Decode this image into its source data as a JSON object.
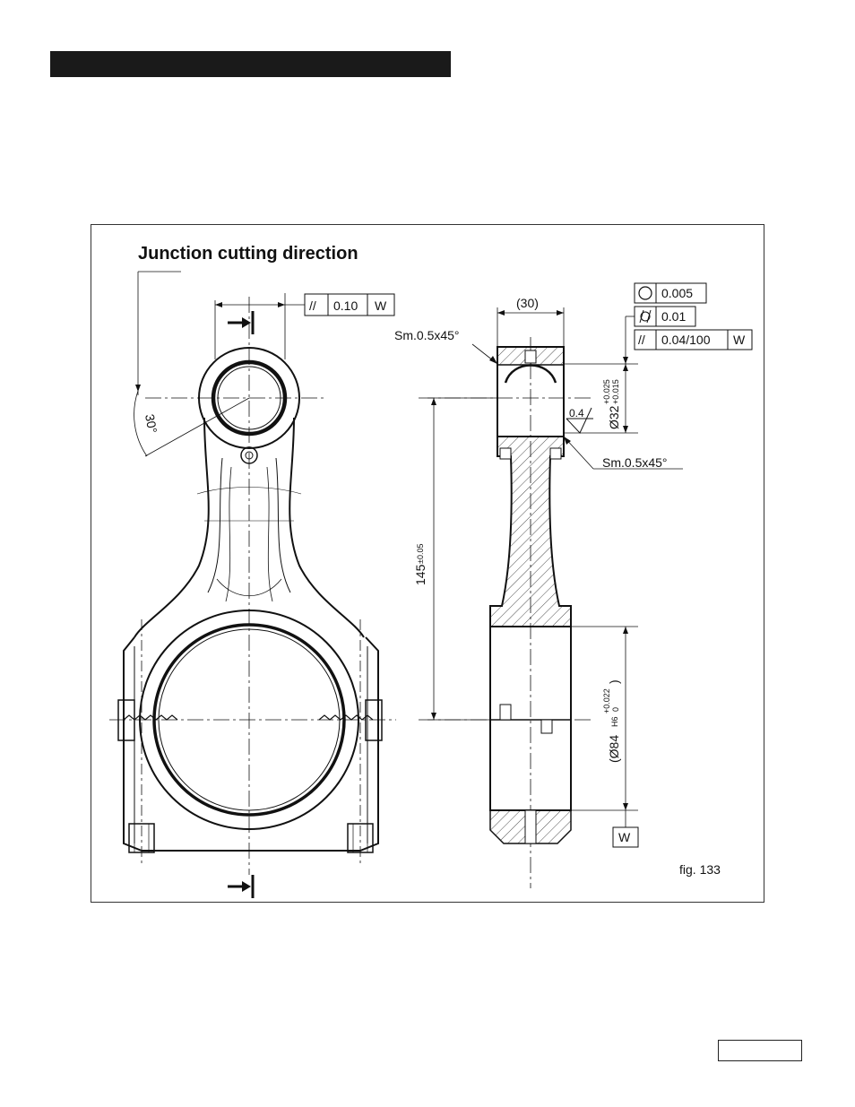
{
  "figure": {
    "title": "Junction cutting direction",
    "caption": "fig. 133",
    "angle": "30°",
    "parallel_tolerance": {
      "symbol": "//",
      "value": "0.10",
      "datum": "W"
    },
    "width_dim": "(30)",
    "chamfer_top": "Sm.0.5x45°",
    "chamfer_bottom": "Sm.0.5x45°",
    "tol_round": {
      "value": "0.005"
    },
    "tol_cyl": {
      "value": "0.01"
    },
    "tol_parallel": {
      "symbol": "//",
      "value": "0.04/100",
      "datum": "W"
    },
    "small_bore": {
      "base": "Ø32",
      "upper": "+0.025",
      "lower": "+0.015"
    },
    "roughness": "0.4",
    "center_distance": {
      "base": "145",
      "tol": "±0.05"
    },
    "big_bore": {
      "prefix": "(Ø84",
      "fit": "H6",
      "upper": "+0.022",
      "lower": "0",
      "suffix": ")"
    },
    "datum_label": "W"
  }
}
